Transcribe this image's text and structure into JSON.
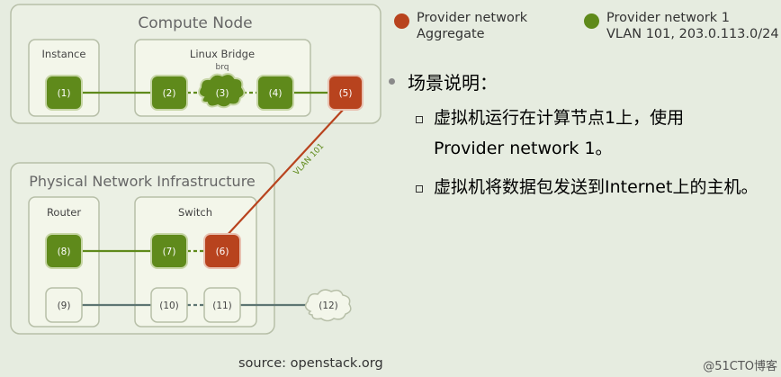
{
  "diagram": {
    "compute_node": {
      "title": "Compute Node",
      "instance_label": "Instance",
      "bridge_label": "Linux Bridge",
      "bridge_sub": "brq"
    },
    "physical": {
      "title": "Physical Network Infrastructure",
      "router_label": "Router",
      "switch_label": "Switch"
    },
    "nodes": [
      "(1)",
      "(2)",
      "(3)",
      "(4)",
      "(5)",
      "(6)",
      "(7)",
      "(8)",
      "(9)",
      "(10)",
      "(11)",
      "(12)"
    ],
    "vlan_label": "VLAN 101"
  },
  "legend": {
    "aggregate": {
      "line1": "Provider network",
      "line2": "Aggregate",
      "color": "#b8431e"
    },
    "network1": {
      "line1": "Provider network 1",
      "line2": "VLAN 101, 203.0.113.0/24",
      "color": "#5f8a1b"
    }
  },
  "scenario": {
    "title": "场景说明：",
    "items": [
      {
        "line1": "虚拟机运行在计算节点1上，使用",
        "line2": "Provider network 1。"
      },
      {
        "line1": "虚拟机将数据包发送到Internet上的主机。"
      }
    ]
  },
  "source": "source: openstack.org",
  "watermark": "@51CTO博客",
  "colors": {
    "green": "#5f8a1b",
    "orange": "#b8431e",
    "box_fill": "#f2f5e8",
    "box_stroke": "#b7bfa8",
    "panel_fill": "#e9efe1"
  }
}
